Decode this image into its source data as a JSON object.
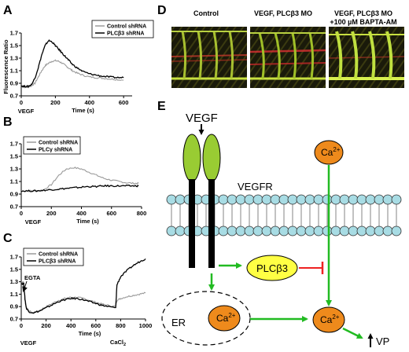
{
  "panel_labels": {
    "a": "A",
    "b": "B",
    "c": "C",
    "d": "D",
    "e": "E"
  },
  "chart_data": [
    {
      "type": "line",
      "panel": "A",
      "ylabel": "Fluorescence Ratio",
      "xlabel": "Time (s)",
      "xlim": [
        0,
        650
      ],
      "ylim": [
        0.7,
        1.7
      ],
      "xticks": [
        "0",
        "200",
        "400",
        "600"
      ],
      "xtick_values": [
        0,
        200,
        400,
        600
      ],
      "yticks": [
        "0.7",
        "0.9",
        "1.1",
        "1.3",
        "1.5",
        "1.7"
      ],
      "ytick_values": [
        0.7,
        0.9,
        1.1,
        1.3,
        1.5,
        1.7
      ],
      "legend": [
        "Control shRNA",
        "PLCβ3 shRNA"
      ],
      "legend_position": "top-right",
      "annotations": [
        "VEGF"
      ],
      "series": [
        {
          "name": "Control shRNA",
          "color": "#9a9a9a",
          "x": [
            0,
            20,
            40,
            60,
            80,
            100,
            120,
            140,
            160,
            180,
            200,
            220,
            240,
            260,
            280,
            300,
            330,
            360,
            400,
            440,
            480,
            520,
            560,
            600
          ],
          "y": [
            0.85,
            0.84,
            0.84,
            0.86,
            0.9,
            1.0,
            1.1,
            1.18,
            1.22,
            1.25,
            1.26,
            1.25,
            1.22,
            1.18,
            1.14,
            1.1,
            1.06,
            1.03,
            1.0,
            0.99,
            0.98,
            0.97,
            0.96,
            0.95
          ]
        },
        {
          "name": "PLCβ3 shRNA",
          "color": "#000000",
          "x": [
            0,
            20,
            40,
            60,
            80,
            100,
            120,
            140,
            160,
            180,
            200,
            220,
            240,
            260,
            280,
            300,
            330,
            360,
            400,
            440,
            480,
            520,
            560,
            600
          ],
          "y": [
            0.86,
            0.85,
            0.85,
            0.88,
            0.98,
            1.15,
            1.35,
            1.5,
            1.58,
            1.56,
            1.5,
            1.44,
            1.38,
            1.32,
            1.26,
            1.2,
            1.14,
            1.09,
            1.05,
            1.03,
            1.01,
            1.0,
            0.99,
            0.99
          ]
        }
      ]
    },
    {
      "type": "line",
      "panel": "B",
      "ylabel": "",
      "xlabel": "Time (s)",
      "xlim": [
        0,
        800
      ],
      "ylim": [
        0.7,
        1.7
      ],
      "xticks": [
        "0",
        "200",
        "400",
        "600",
        "800"
      ],
      "xtick_values": [
        0,
        200,
        400,
        600,
        800
      ],
      "yticks": [
        "0.7",
        "0.9",
        "1.1",
        "1.3",
        "1.5",
        "1.7"
      ],
      "ytick_values": [
        0.7,
        0.9,
        1.1,
        1.3,
        1.5,
        1.7
      ],
      "legend": [
        "Control shRNA",
        "PLCγ shRNA"
      ],
      "legend_position": "top-left",
      "annotations": [
        "VEGF"
      ],
      "series": [
        {
          "name": "Control shRNA",
          "color": "#9a9a9a",
          "x": [
            0,
            50,
            100,
            150,
            200,
            250,
            300,
            350,
            400,
            450,
            500,
            550,
            600,
            650,
            700,
            750,
            780
          ],
          "y": [
            0.95,
            0.95,
            0.95,
            0.97,
            1.05,
            1.2,
            1.3,
            1.32,
            1.3,
            1.25,
            1.2,
            1.15,
            1.12,
            1.1,
            1.08,
            1.07,
            1.07
          ]
        },
        {
          "name": "PLCγ shRNA",
          "color": "#000000",
          "x": [
            0,
            50,
            100,
            150,
            200,
            250,
            300,
            350,
            400,
            450,
            500,
            550,
            600,
            650,
            700,
            750,
            780
          ],
          "y": [
            0.95,
            0.95,
            0.95,
            0.96,
            0.97,
            0.98,
            0.99,
            1.0,
            1.01,
            1.02,
            1.02,
            1.03,
            1.03,
            1.03,
            1.03,
            1.03,
            1.03
          ]
        }
      ]
    },
    {
      "type": "line",
      "panel": "C",
      "ylabel": "",
      "xlabel": "Time (s)",
      "xlim": [
        0,
        1000
      ],
      "ylim": [
        0.7,
        1.7
      ],
      "xticks": [
        "0",
        "200",
        "400",
        "600",
        "800",
        "1000"
      ],
      "xtick_values": [
        0,
        200,
        400,
        600,
        800,
        1000
      ],
      "yticks": [
        "0.7",
        "0.9",
        "1.1",
        "1.3",
        "1.5",
        "1.7"
      ],
      "ytick_values": [
        0.7,
        0.9,
        1.1,
        1.3,
        1.5,
        1.7
      ],
      "legend": [
        "Control shRNA",
        "PLCβ3 shRNA"
      ],
      "legend_position": "top-left",
      "annotations": [
        "EGTA",
        "VEGF",
        "CaCl"
      ],
      "series": [
        {
          "name": "Control shRNA",
          "color": "#9a9a9a",
          "x": [
            0,
            20,
            30,
            40,
            60,
            100,
            150,
            200,
            250,
            300,
            350,
            400,
            450,
            500,
            550,
            600,
            650,
            700,
            760,
            770,
            800,
            850,
            900,
            950,
            1000
          ],
          "y": [
            1.3,
            1.3,
            1.05,
            0.9,
            0.83,
            0.8,
            0.84,
            0.9,
            0.95,
            1.0,
            1.03,
            1.05,
            1.05,
            1.03,
            1.0,
            0.97,
            0.94,
            0.92,
            0.9,
            1.0,
            1.03,
            1.06,
            1.08,
            1.1,
            1.12
          ]
        },
        {
          "name": "PLCβ3 shRNA",
          "color": "#000000",
          "x": [
            0,
            20,
            30,
            40,
            60,
            100,
            150,
            200,
            250,
            300,
            350,
            400,
            450,
            500,
            550,
            600,
            650,
            700,
            760,
            770,
            800,
            850,
            900,
            950,
            1000
          ],
          "y": [
            1.27,
            1.27,
            1.02,
            0.88,
            0.82,
            0.8,
            0.83,
            0.88,
            0.93,
            0.98,
            1.01,
            1.03,
            1.03,
            1.01,
            0.98,
            0.95,
            0.92,
            0.9,
            0.88,
            1.25,
            1.38,
            1.48,
            1.56,
            1.62,
            1.67
          ]
        }
      ]
    }
  ],
  "panel_d": {
    "captions": [
      "Control",
      "VEGF, PLCβ3 MO",
      "VEGF, PLCβ3 MO",
      "+100 µM BAPTA-AM"
    ]
  },
  "diagram_e": {
    "vegf": "VEGF",
    "vegfr": "VEGFR",
    "plc": "PLCβ3",
    "er": "ER",
    "ca": "Ca",
    "ca_sup": "2+",
    "vp": "VP"
  },
  "colors": {
    "receptor_green": "#99cc33",
    "ca_orange": "#ee8a1c",
    "plc_yellow": "#ffff44",
    "membrane_head": "#a8dce4",
    "arrow_green": "#22bb22",
    "inhibit_red": "#ee2222"
  }
}
